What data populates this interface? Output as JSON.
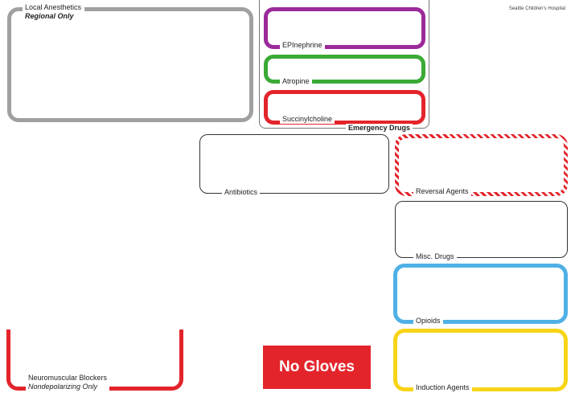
{
  "header": {
    "hospital": "Seattle Children's Hospital"
  },
  "colors": {
    "gray": "#a0a0a0",
    "purple": "#9b2a9b",
    "green": "#3aaa35",
    "red": "#e3242b",
    "blue": "#4fb0e6",
    "yellow": "#f7d417",
    "dark": "#333333"
  },
  "local_anesthetics": {
    "title": "Local Anesthetics",
    "subtitle": "Regional Only"
  },
  "emergency": {
    "group_label": "Emergency Drugs",
    "epinephrine": "EPInephrine",
    "atropine": "Atropine",
    "succinylcholine": "Succinylcholine"
  },
  "antibiotics": {
    "label": "Antibiotics"
  },
  "reversal": {
    "label": "Reversal Agents"
  },
  "misc": {
    "label": "Misc. Drugs"
  },
  "opioids": {
    "label": "Opioids"
  },
  "induction": {
    "label": "Induction Agents"
  },
  "nmb": {
    "title": "Neuromuscular Blockers",
    "subtitle": "Nondepolarizing Only"
  },
  "no_gloves": {
    "label": "No Gloves"
  }
}
